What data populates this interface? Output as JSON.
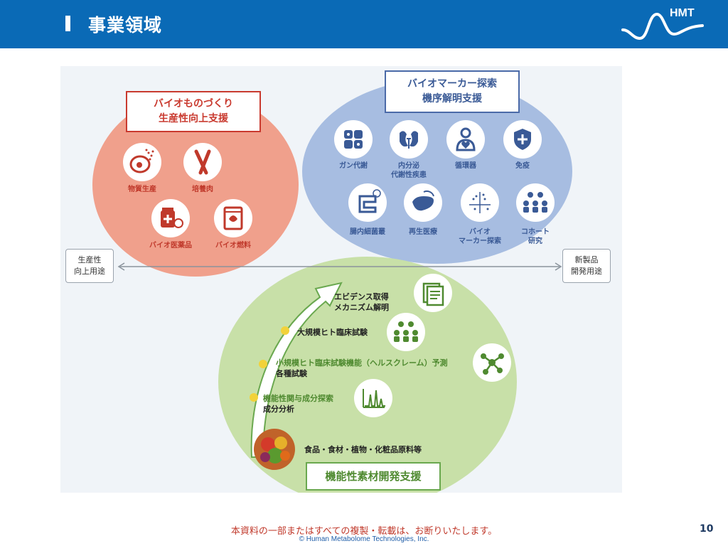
{
  "header": {
    "title": "事業領域",
    "logo_text": "HMT"
  },
  "diagram": {
    "red_title_line1": "バイオものづくり",
    "red_title_line2": "生産性向上支援",
    "blue_title_line1": "バイオマーカー探索",
    "blue_title_line2": "機序解明支援",
    "green_title": "機能性素材開発支援",
    "red_items": [
      {
        "label": "物質生産",
        "icon": "cell-icon"
      },
      {
        "label": "培養肉",
        "icon": "fork-knife-icon"
      },
      {
        "label": "バイオ医薬品",
        "icon": "medicine-icon"
      },
      {
        "label": "バイオ燃料",
        "icon": "fuel-bag-icon"
      }
    ],
    "blue_items": [
      {
        "label": "ガン代謝",
        "icon": "cancer-cells-icon"
      },
      {
        "label1": "内分泌",
        "label2": "代謝性疾患",
        "icon": "kidney-icon"
      },
      {
        "label": "循環器",
        "icon": "heart-person-icon"
      },
      {
        "label": "免疫",
        "icon": "shield-icon"
      },
      {
        "label": "腸内細菌叢",
        "icon": "intestine-icon"
      },
      {
        "label": "再生医療",
        "icon": "liver-icon"
      },
      {
        "label1": "バイオ",
        "label2": "マーカー探索",
        "icon": "scatter-plot-icon"
      },
      {
        "label1": "コホート",
        "label2": "研究",
        "icon": "people-group-icon"
      }
    ],
    "side_left": {
      "line1": "生産性",
      "line2": "向上用途"
    },
    "side_right": {
      "line1": "新製品",
      "line2": "開発用途"
    },
    "green_steps": {
      "step1": "食品・食材・植物・化粧品原料等",
      "step2_green": "機能性関与成分探索",
      "step2_black": "成分分析",
      "step3_green": "小規模ヒト臨床試験機能（ヘルスクレーム）予測",
      "step3_black": "各種試験",
      "step4": "大規模ヒト臨床試験",
      "step5_line1": "エビデンス取得",
      "step5_line2": "メカニズム解明"
    }
  },
  "footer": {
    "note": "本資料の一部またはすべての複製・転載は、お断りいたします。",
    "copyright": "© Human Metabolome Technologies, Inc.",
    "page_number": "10"
  },
  "colors": {
    "header": "#0a6ab6",
    "red": "#f0a08c",
    "blue": "#a7bde1",
    "green": "#c8e0a8"
  }
}
